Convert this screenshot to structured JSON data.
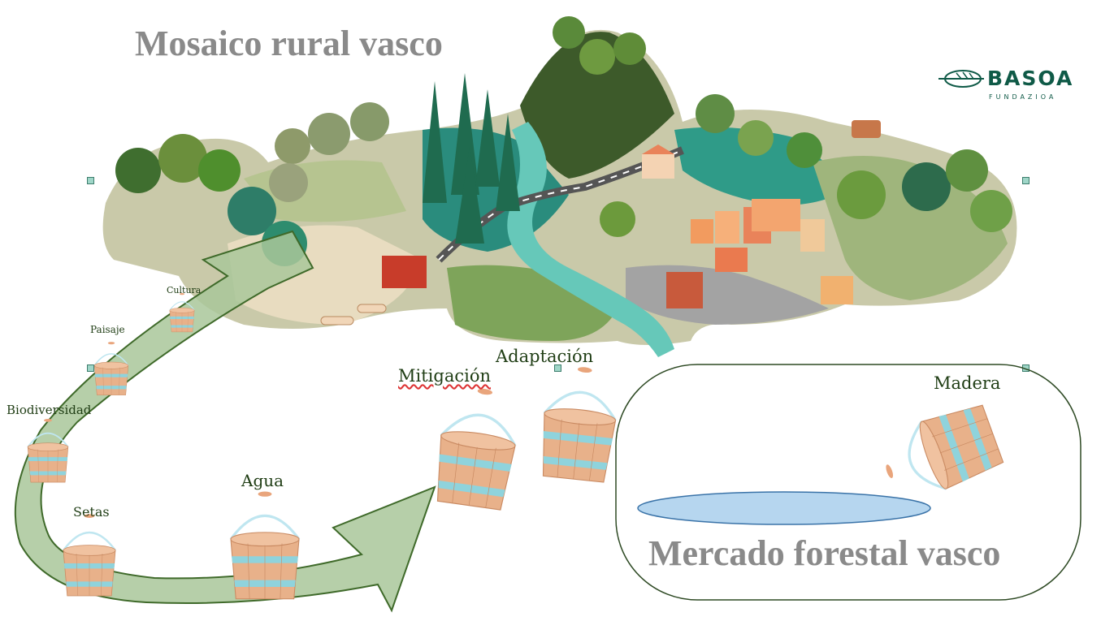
{
  "title": "Mosaico rural vasco",
  "logo": {
    "name": "BASOA",
    "subtitle": "FUNDAZIOA"
  },
  "buckets": {
    "cultura": "Cultura",
    "paisaje": "Paisaje",
    "biodiversidad": "Biodiversidad",
    "setas": "Setas",
    "agua": "Agua",
    "mitigacion": "Mitigación",
    "adaptacion": "Adaptación",
    "madera": "Madera"
  },
  "market": {
    "title": "Mercado forestal vasco"
  },
  "colors": {
    "title_gray": "#8a8a8a",
    "label_green": "#1f3d14",
    "arrow_fill": "#a9c79a",
    "arrow_stroke": "#3f6a2a",
    "water_blue": "#b6d6ef",
    "brand_green": "#0f5a47"
  }
}
